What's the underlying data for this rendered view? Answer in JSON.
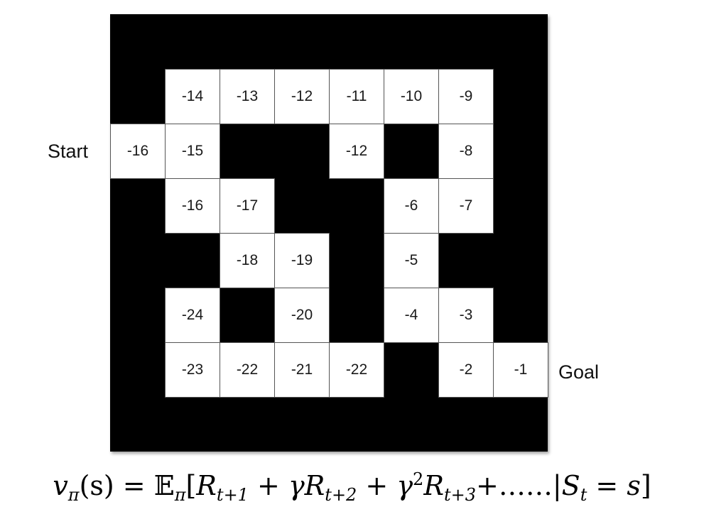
{
  "labels": {
    "start": "Start",
    "goal": "Goal"
  },
  "grid": {
    "rows": 8,
    "cols": 8,
    "cells": [
      {
        "row": 1,
        "col": 1,
        "value": "-14"
      },
      {
        "row": 1,
        "col": 2,
        "value": "-13"
      },
      {
        "row": 1,
        "col": 3,
        "value": "-12"
      },
      {
        "row": 1,
        "col": 4,
        "value": "-11"
      },
      {
        "row": 1,
        "col": 5,
        "value": "-10"
      },
      {
        "row": 1,
        "col": 6,
        "value": "-9"
      },
      {
        "row": 2,
        "col": 0,
        "value": "-16"
      },
      {
        "row": 2,
        "col": 1,
        "value": "-15"
      },
      {
        "row": 2,
        "col": 4,
        "value": "-12"
      },
      {
        "row": 2,
        "col": 6,
        "value": "-8"
      },
      {
        "row": 3,
        "col": 1,
        "value": "-16"
      },
      {
        "row": 3,
        "col": 2,
        "value": "-17"
      },
      {
        "row": 3,
        "col": 5,
        "value": "-6"
      },
      {
        "row": 3,
        "col": 6,
        "value": "-7"
      },
      {
        "row": 4,
        "col": 2,
        "value": "-18"
      },
      {
        "row": 4,
        "col": 3,
        "value": "-19"
      },
      {
        "row": 4,
        "col": 5,
        "value": "-5"
      },
      {
        "row": 5,
        "col": 1,
        "value": "-24"
      },
      {
        "row": 5,
        "col": 3,
        "value": "-20"
      },
      {
        "row": 5,
        "col": 5,
        "value": "-4"
      },
      {
        "row": 5,
        "col": 6,
        "value": "-3"
      },
      {
        "row": 6,
        "col": 1,
        "value": "-23"
      },
      {
        "row": 6,
        "col": 2,
        "value": "-22"
      },
      {
        "row": 6,
        "col": 3,
        "value": "-21"
      },
      {
        "row": 6,
        "col": 4,
        "value": "-22"
      },
      {
        "row": 6,
        "col": 6,
        "value": "-2"
      },
      {
        "row": 6,
        "col": 7,
        "value": "-1"
      }
    ]
  },
  "formula": {
    "text": "vπ(s) = 𝔼π[Rt+1 + γRt+2 + γ2Rt+3+……|St = s]",
    "v": "v",
    "pi": "π",
    "s": "(s)",
    "eq": " = ",
    "E": "𝔼",
    "bracket_open": "[",
    "R": "R",
    "t1": "t+1",
    "plus": " + ",
    "gamma": "γ",
    "t2": "t+2",
    "two": "2",
    "t3": "t+3",
    "dots": "+……|",
    "S": "S",
    "t": "t",
    "eq_s": " = s",
    "bracket_close": "]"
  }
}
